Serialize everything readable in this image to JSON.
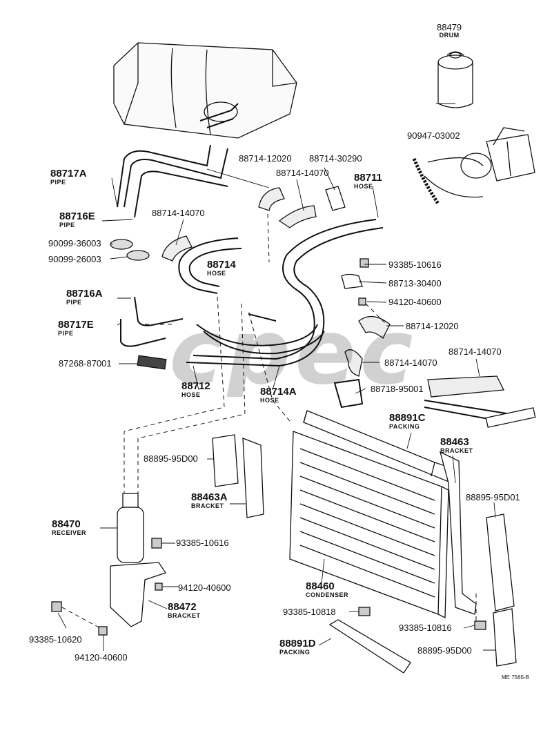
{
  "watermark": "cpec",
  "reference": "ME 7565-B",
  "parts": [
    {
      "id": "p88479",
      "number": "88479",
      "desc": "DRUM"
    },
    {
      "id": "p90947",
      "number": "90947-03002",
      "desc": ""
    },
    {
      "id": "p88717A",
      "number": "88717A",
      "desc": "PIPE"
    },
    {
      "id": "p88716E",
      "number": "88716E",
      "desc": "PIPE"
    },
    {
      "id": "p90099_36003",
      "number": "90099-36003",
      "desc": ""
    },
    {
      "id": "p90099_26003",
      "number": "90099-26003",
      "desc": ""
    },
    {
      "id": "p88714_14070a",
      "number": "88714-14070",
      "desc": ""
    },
    {
      "id": "p88714_12020a",
      "number": "88714-12020",
      "desc": ""
    },
    {
      "id": "p88714_30290",
      "number": "88714-30290",
      "desc": ""
    },
    {
      "id": "p88714_14070b",
      "number": "88714-14070",
      "desc": ""
    },
    {
      "id": "p88711",
      "number": "88711",
      "desc": "HOSE"
    },
    {
      "id": "p88714",
      "number": "88714",
      "desc": "HOSE"
    },
    {
      "id": "p93385_10616a",
      "number": "93385-10616",
      "desc": ""
    },
    {
      "id": "p88713",
      "number": "88713-30400",
      "desc": ""
    },
    {
      "id": "p94120_40600a",
      "number": "94120-40600",
      "desc": ""
    },
    {
      "id": "p88716A",
      "number": "88716A",
      "desc": "PIPE"
    },
    {
      "id": "p88717E",
      "number": "88717E",
      "desc": "PIPE"
    },
    {
      "id": "p88714_12020b",
      "number": "88714-12020",
      "desc": ""
    },
    {
      "id": "p87268",
      "number": "87268-87001",
      "desc": ""
    },
    {
      "id": "p88714_14070c",
      "number": "88714-14070",
      "desc": ""
    },
    {
      "id": "p88714_14070d",
      "number": "88714-14070",
      "desc": ""
    },
    {
      "id": "p88712",
      "number": "88712",
      "desc": "HOSE"
    },
    {
      "id": "p88714A",
      "number": "88714A",
      "desc": "HOSE"
    },
    {
      "id": "p88718",
      "number": "88718-95001",
      "desc": ""
    },
    {
      "id": "p88891C",
      "number": "88891C",
      "desc": "PACKING"
    },
    {
      "id": "p88895a",
      "number": "88895-95D00",
      "desc": ""
    },
    {
      "id": "p88463A",
      "number": "88463A",
      "desc": "BRACKET"
    },
    {
      "id": "p88463",
      "number": "88463",
      "desc": "BRACKET"
    },
    {
      "id": "p88895b",
      "number": "88895-95D01",
      "desc": ""
    },
    {
      "id": "p88470",
      "number": "88470",
      "desc": "RECEIVER"
    },
    {
      "id": "p93385_10616b",
      "number": "93385-10616",
      "desc": ""
    },
    {
      "id": "p88460",
      "number": "88460",
      "desc": "CONDENSER"
    },
    {
      "id": "p94120_40600b",
      "number": "94120-40600",
      "desc": ""
    },
    {
      "id": "p88472",
      "number": "88472",
      "desc": "BRACKET"
    },
    {
      "id": "p93385_10818",
      "number": "93385-10818",
      "desc": ""
    },
    {
      "id": "p93385_10816",
      "number": "93385-10816",
      "desc": ""
    },
    {
      "id": "p93385_10620",
      "number": "93385-10620",
      "desc": ""
    },
    {
      "id": "p88891D",
      "number": "88891D",
      "desc": "PACKING"
    },
    {
      "id": "p88895c",
      "number": "88895-95D00",
      "desc": ""
    },
    {
      "id": "p94120_40600c",
      "number": "94120-40600",
      "desc": ""
    }
  ]
}
